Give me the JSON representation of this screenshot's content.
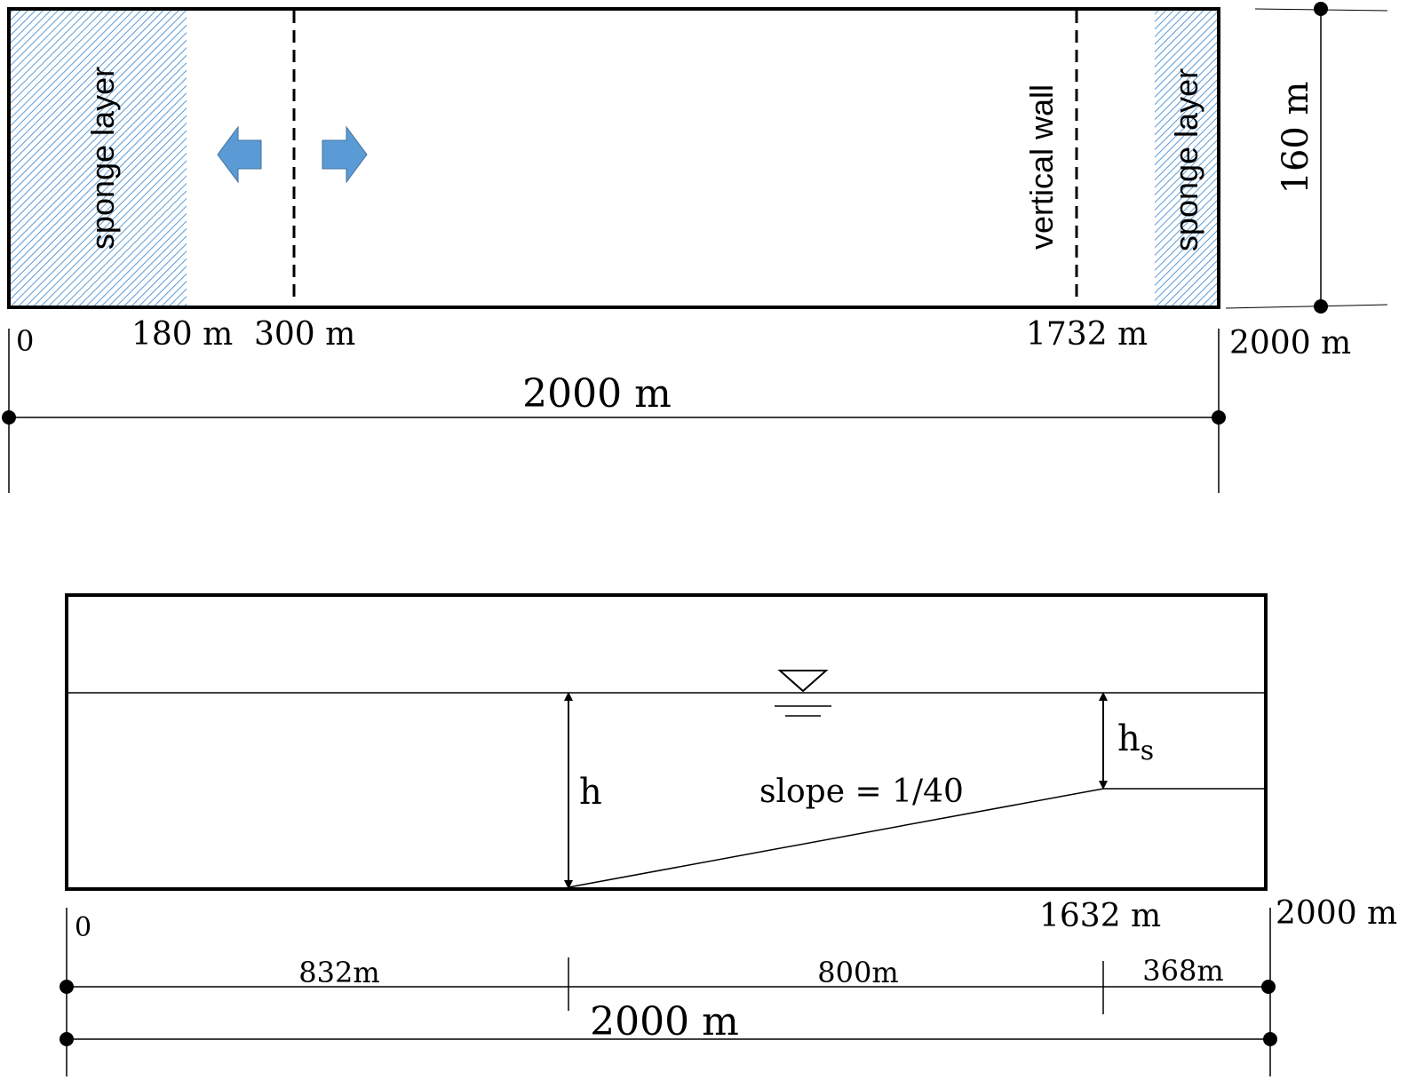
{
  "top": {
    "sponge_left_label": "sponge layer",
    "sponge_right_label": "sponge layer",
    "wall_label": "vertical wall",
    "height_label": "160 m",
    "tick_0": "0",
    "tick_180": "180 m",
    "tick_300": "300 m",
    "tick_1732": "1732 m",
    "tick_2000": "2000 m",
    "total_length": "2000 m",
    "sponge_color": "#4a90d9",
    "arrow_color": "#5b9bd5"
  },
  "bottom": {
    "depth_label": "h",
    "shelf_depth_label": "h",
    "shelf_depth_subscript": "s",
    "slope_label": "slope = 1/40",
    "tick_0": "0",
    "tick_1632": "1632 m",
    "tick_2000": "2000 m",
    "seg_1": "832m",
    "seg_2": "800m",
    "seg_3": "368m",
    "total_length": "2000 m"
  }
}
